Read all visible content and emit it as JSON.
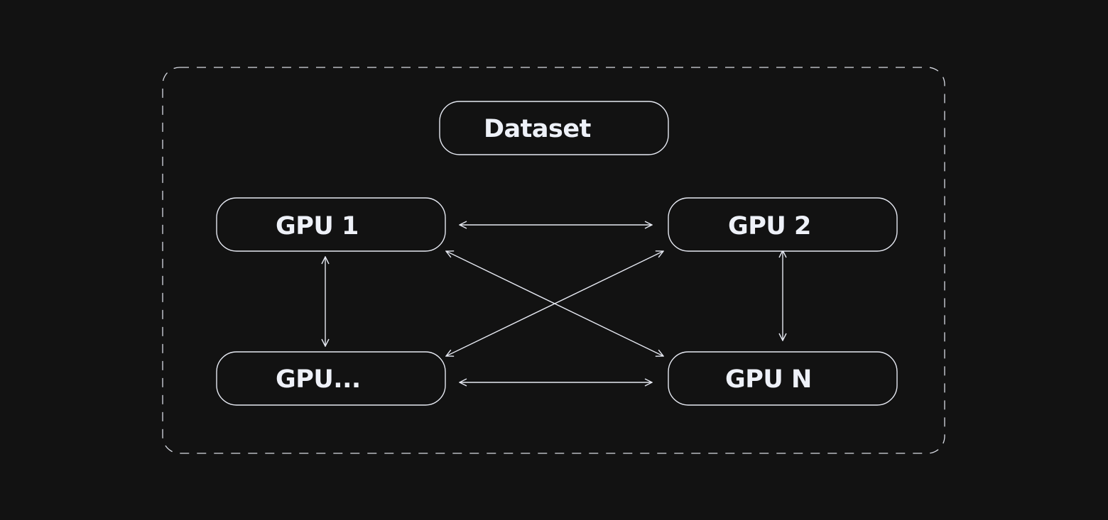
{
  "diagram": {
    "nodes": {
      "dataset": "Dataset",
      "gpu1": "GPU 1",
      "gpu2": "GPU 2",
      "gpu_more": "GPU...",
      "gpun": "GPU N"
    },
    "colors": {
      "background": "#121212",
      "stroke": "#e6e9f2",
      "text": "#eef1f8"
    },
    "edges": [
      {
        "from": "gpu1",
        "to": "gpu2",
        "bidirectional": true
      },
      {
        "from": "gpu_more",
        "to": "gpun",
        "bidirectional": true
      },
      {
        "from": "gpu1",
        "to": "gpu_more",
        "bidirectional": true
      },
      {
        "from": "gpu2",
        "to": "gpun",
        "bidirectional": true
      },
      {
        "from": "gpu1",
        "to": "gpun",
        "bidirectional": true
      },
      {
        "from": "gpu2",
        "to": "gpu_more",
        "bidirectional": true
      }
    ]
  }
}
